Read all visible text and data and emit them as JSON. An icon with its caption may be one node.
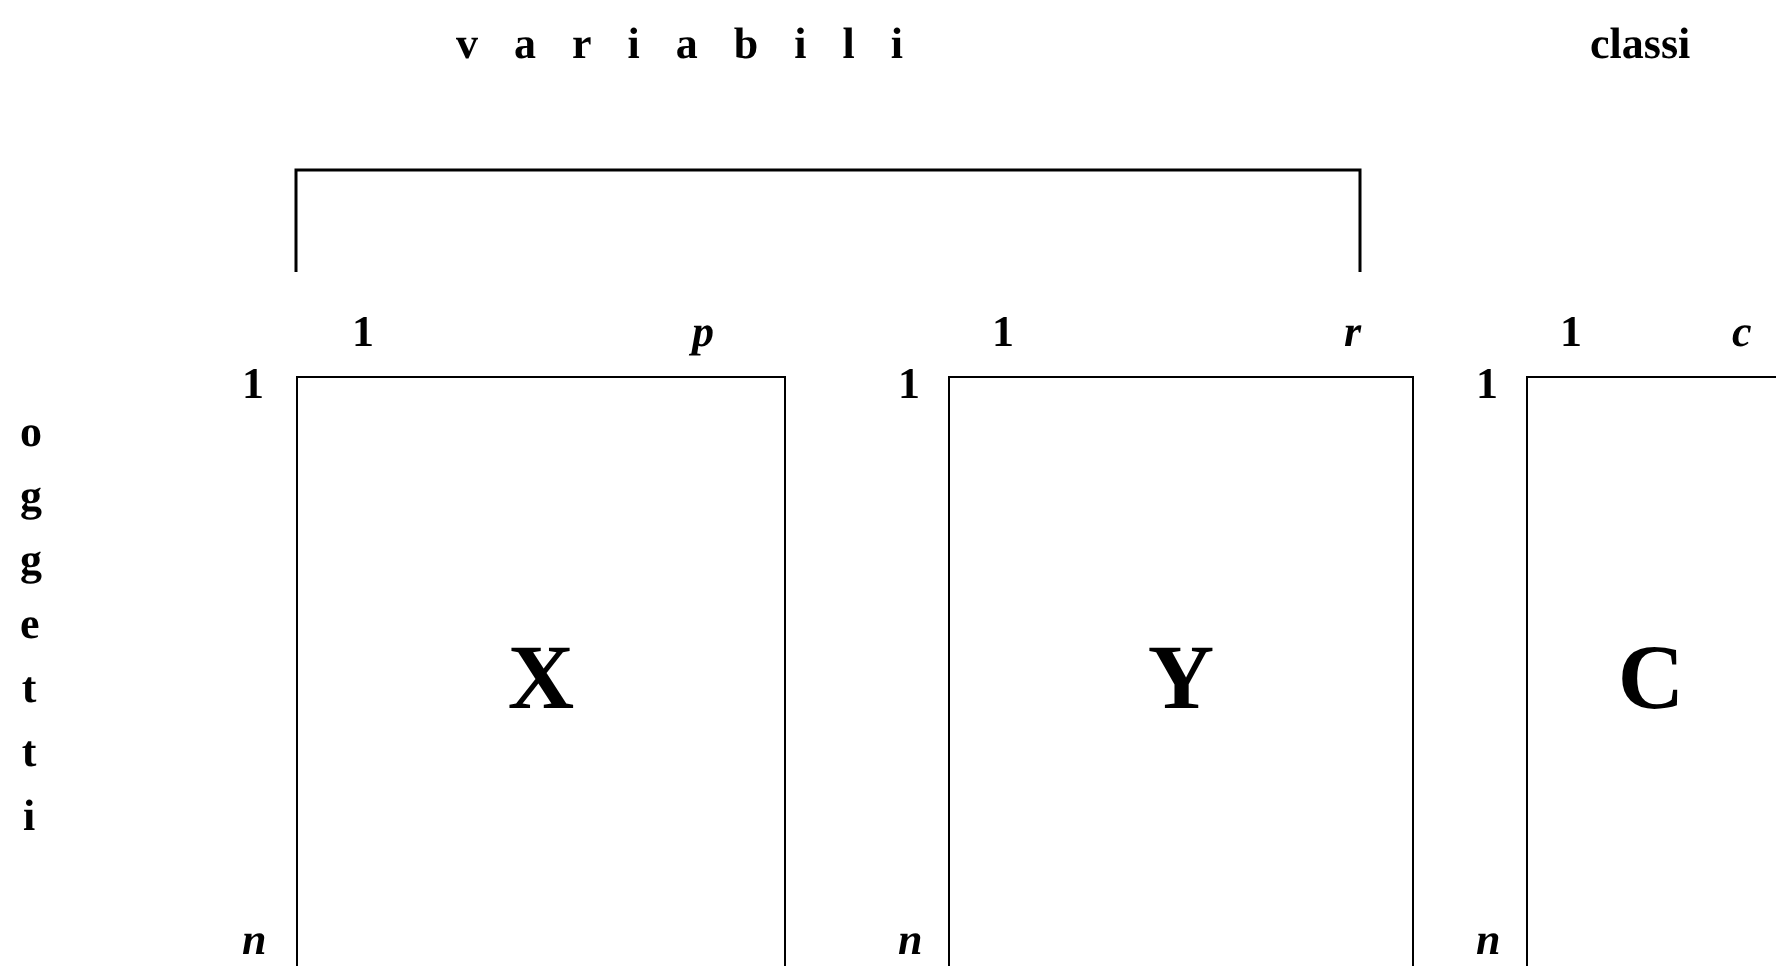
{
  "diagram": {
    "nodes": [
      {
        "text": [
          "X"
        ]
      },
      {
        "text": [
          "Y"
        ]
      },
      {
        "text": [
          "C"
        ]
      }
    ],
    "labels": [
      "variabili",
      "classi",
      "1",
      "p",
      "1",
      "r",
      "1",
      "c",
      "oggetti",
      "1",
      "1",
      "1",
      "n",
      "n",
      "n"
    ]
  }
}
